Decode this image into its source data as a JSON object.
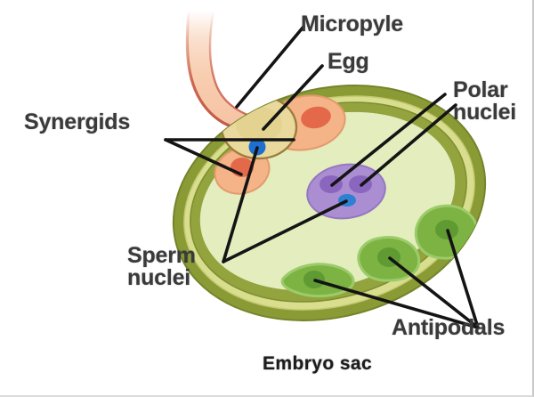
{
  "figure": {
    "caption": "Embryo sac",
    "subject": "embryo-sac-diagram"
  },
  "labels": [
    {
      "id": "micropyle",
      "text": "Micropyle",
      "lines": [
        "Micropyle"
      ]
    },
    {
      "id": "egg",
      "text": "Egg",
      "lines": [
        "Egg"
      ]
    },
    {
      "id": "polar_nuclei",
      "text": "Polar nuclei",
      "lines": [
        "Polar",
        "nuclei"
      ]
    },
    {
      "id": "synergids",
      "text": "Synergids",
      "lines": [
        "Synergids"
      ]
    },
    {
      "id": "sperm_nuclei",
      "text": "Sperm nuclei",
      "lines": [
        "Sperm",
        "nuclei"
      ]
    },
    {
      "id": "antipodals",
      "text": "Antipodals",
      "lines": [
        "Antipodals"
      ]
    }
  ],
  "label_text": {
    "micropyle": "Micropyle",
    "egg": "Egg",
    "polar_line1": "Polar",
    "polar_line2": "nuclei",
    "synergids": "Synergids",
    "sperm_line1": "Sperm",
    "sperm_line2": "nuclei",
    "antipodals": "Antipodals"
  },
  "structures": {
    "pollen_tube": "pollen-tube",
    "ovule_wall_outer": "ovule-wall-outer",
    "ovule_wall_mid": "ovule-wall-mid",
    "embryo_sac_interior": "embryo-sac-interior",
    "egg_cell": "egg-cell",
    "egg_nucleus": "egg-nucleus",
    "synergid_upper": "synergid-cell-upper",
    "synergid_lower": "synergid-cell-lower",
    "central_cell": "central-cell",
    "polar_nucleus_left": "polar-nucleus-left",
    "polar_nucleus_right": "polar-nucleus-right",
    "sperm_nucleus": "sperm-nucleus",
    "antipodal_cells_count": 3
  },
  "colors": {
    "background": "#ffffff",
    "wall_outer": "#8a9b36",
    "wall_outer_edge": "#79892c",
    "wall_mid": "#d8dd8e",
    "interior": "#e2ecbd",
    "pollen_tube": "#f7c9ab",
    "pollen_tube_edge": "#d4724f",
    "egg_cell": "#e8d89a",
    "egg_cell_edge": "#9a7b3c",
    "egg_nucleus": "#1f6fd0",
    "synergid": "#f3b183",
    "synergid_nucleus": "#e2694a",
    "central_cell": "#a98bd0",
    "polar_nucleus": "#8867bd",
    "sperm_nucleus": "#2f7fd4",
    "antipodal_cell": "#7cb342",
    "antipodal_nucleus": "#5f9a33",
    "label_text": "#3a3a3a",
    "caption_text": "#1c1c1c",
    "leader_line": "#141414"
  }
}
